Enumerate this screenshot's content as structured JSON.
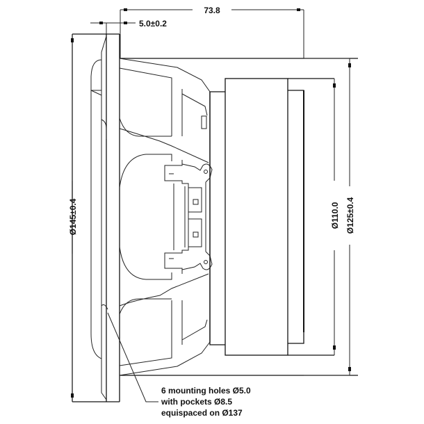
{
  "drawing": {
    "title": "Loudspeaker driver side view dimensional drawing",
    "line_color": "#111111",
    "background_color": "#ffffff"
  },
  "dimensions": {
    "overall_depth": {
      "label": "73.8",
      "orientation": "horizontal"
    },
    "flange_thickness": {
      "label": "5.0±0.2",
      "orientation": "horizontal"
    },
    "frame_diameter": {
      "label": "Ø145±0.4",
      "orientation": "vertical"
    },
    "magnet_diameter": {
      "label": "Ø110.0",
      "orientation": "vertical"
    },
    "backplate_diameter": {
      "label": "Ø125±0.4",
      "orientation": "vertical"
    }
  },
  "note": {
    "lines": [
      "6 mounting holes Ø5.0",
      "with pockets Ø8.5",
      "equispaced on Ø137"
    ]
  }
}
